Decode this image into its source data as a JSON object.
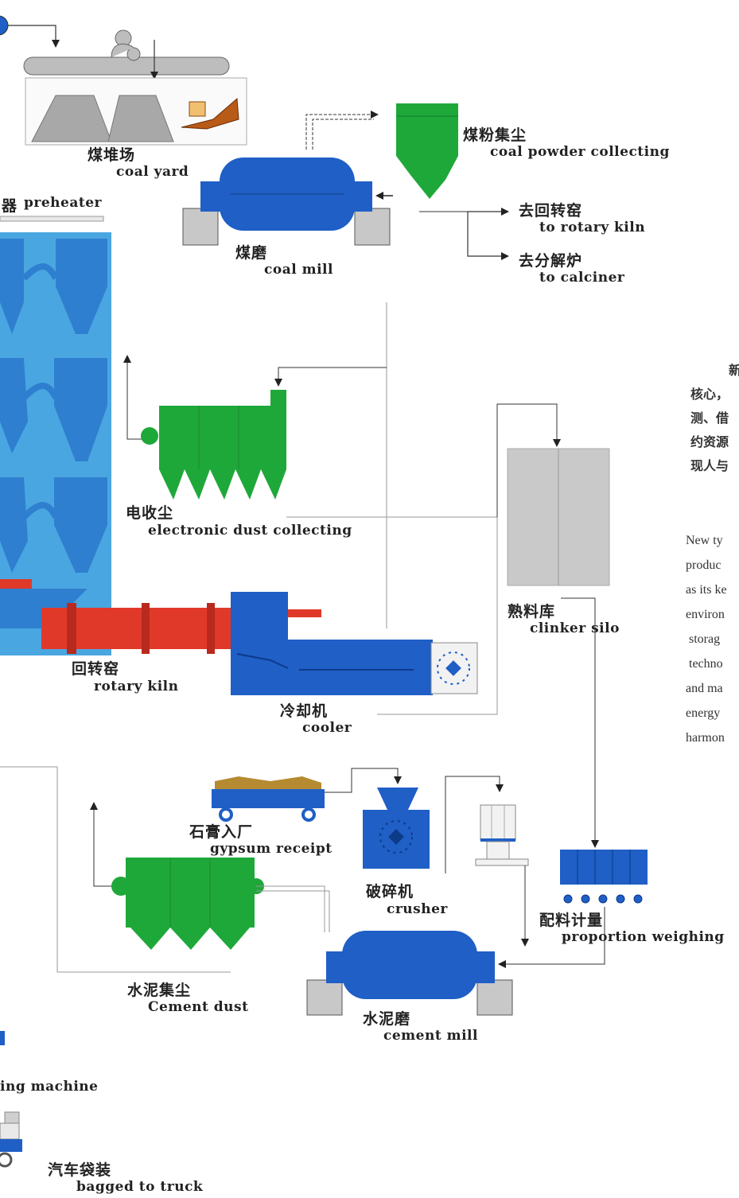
{
  "labels": {
    "coal_yard_zh": "煤堆场",
    "coal_yard_en": "coal yard",
    "preheater_prefix": "器",
    "preheater_en": "preheater",
    "coal_mill_zh": "煤磨",
    "coal_mill_en": "coal mill",
    "coal_powder_zh": "煤粉集尘",
    "coal_powder_en": "coal powder collecting",
    "to_kiln_zh": "去回转窑",
    "to_kiln_en": "to rotary kiln",
    "to_calciner_zh": "去分解炉",
    "to_calciner_en": "to calciner",
    "dust_zh": "电收尘",
    "dust_en": "electronic dust collecting",
    "silo_zh": "熟料库",
    "silo_en": "clinker silo",
    "kiln_zh": "回转窑",
    "kiln_en": "rotary kiln",
    "cooler_zh": "冷却机",
    "cooler_en": "cooler",
    "gypsum_zh": "石膏入厂",
    "gypsum_en": "gypsum receipt",
    "crusher_zh": "破碎机",
    "crusher_en": "crusher",
    "proportion_zh": "配料计量",
    "proportion_en": "proportion weighing",
    "cement_dust_zh": "水泥集尘",
    "cement_dust_en": "Cement dust",
    "cement_mill_zh": "水泥磨",
    "cement_mill_en": "cement mill",
    "packing_en": "ing machine",
    "truck_zh": "汽车袋装",
    "truck_en": "bagged to truck"
  },
  "side_text": {
    "zh": [
      "新",
      "核心，",
      "测、借",
      "约资源",
      "现人与"
    ],
    "en": [
      "New ty",
      "produc",
      "as its ke",
      "environ",
      " storag",
      " techno",
      "and ma",
      "energy",
      "harmon"
    ]
  },
  "colors": {
    "equipment_blue": "#1f5fc6",
    "preheater_blue": "#4aa6e0",
    "collector_green": "#1fa83a",
    "kiln_red": "#e0392a",
    "silo_gray": "#c9c9c9"
  }
}
